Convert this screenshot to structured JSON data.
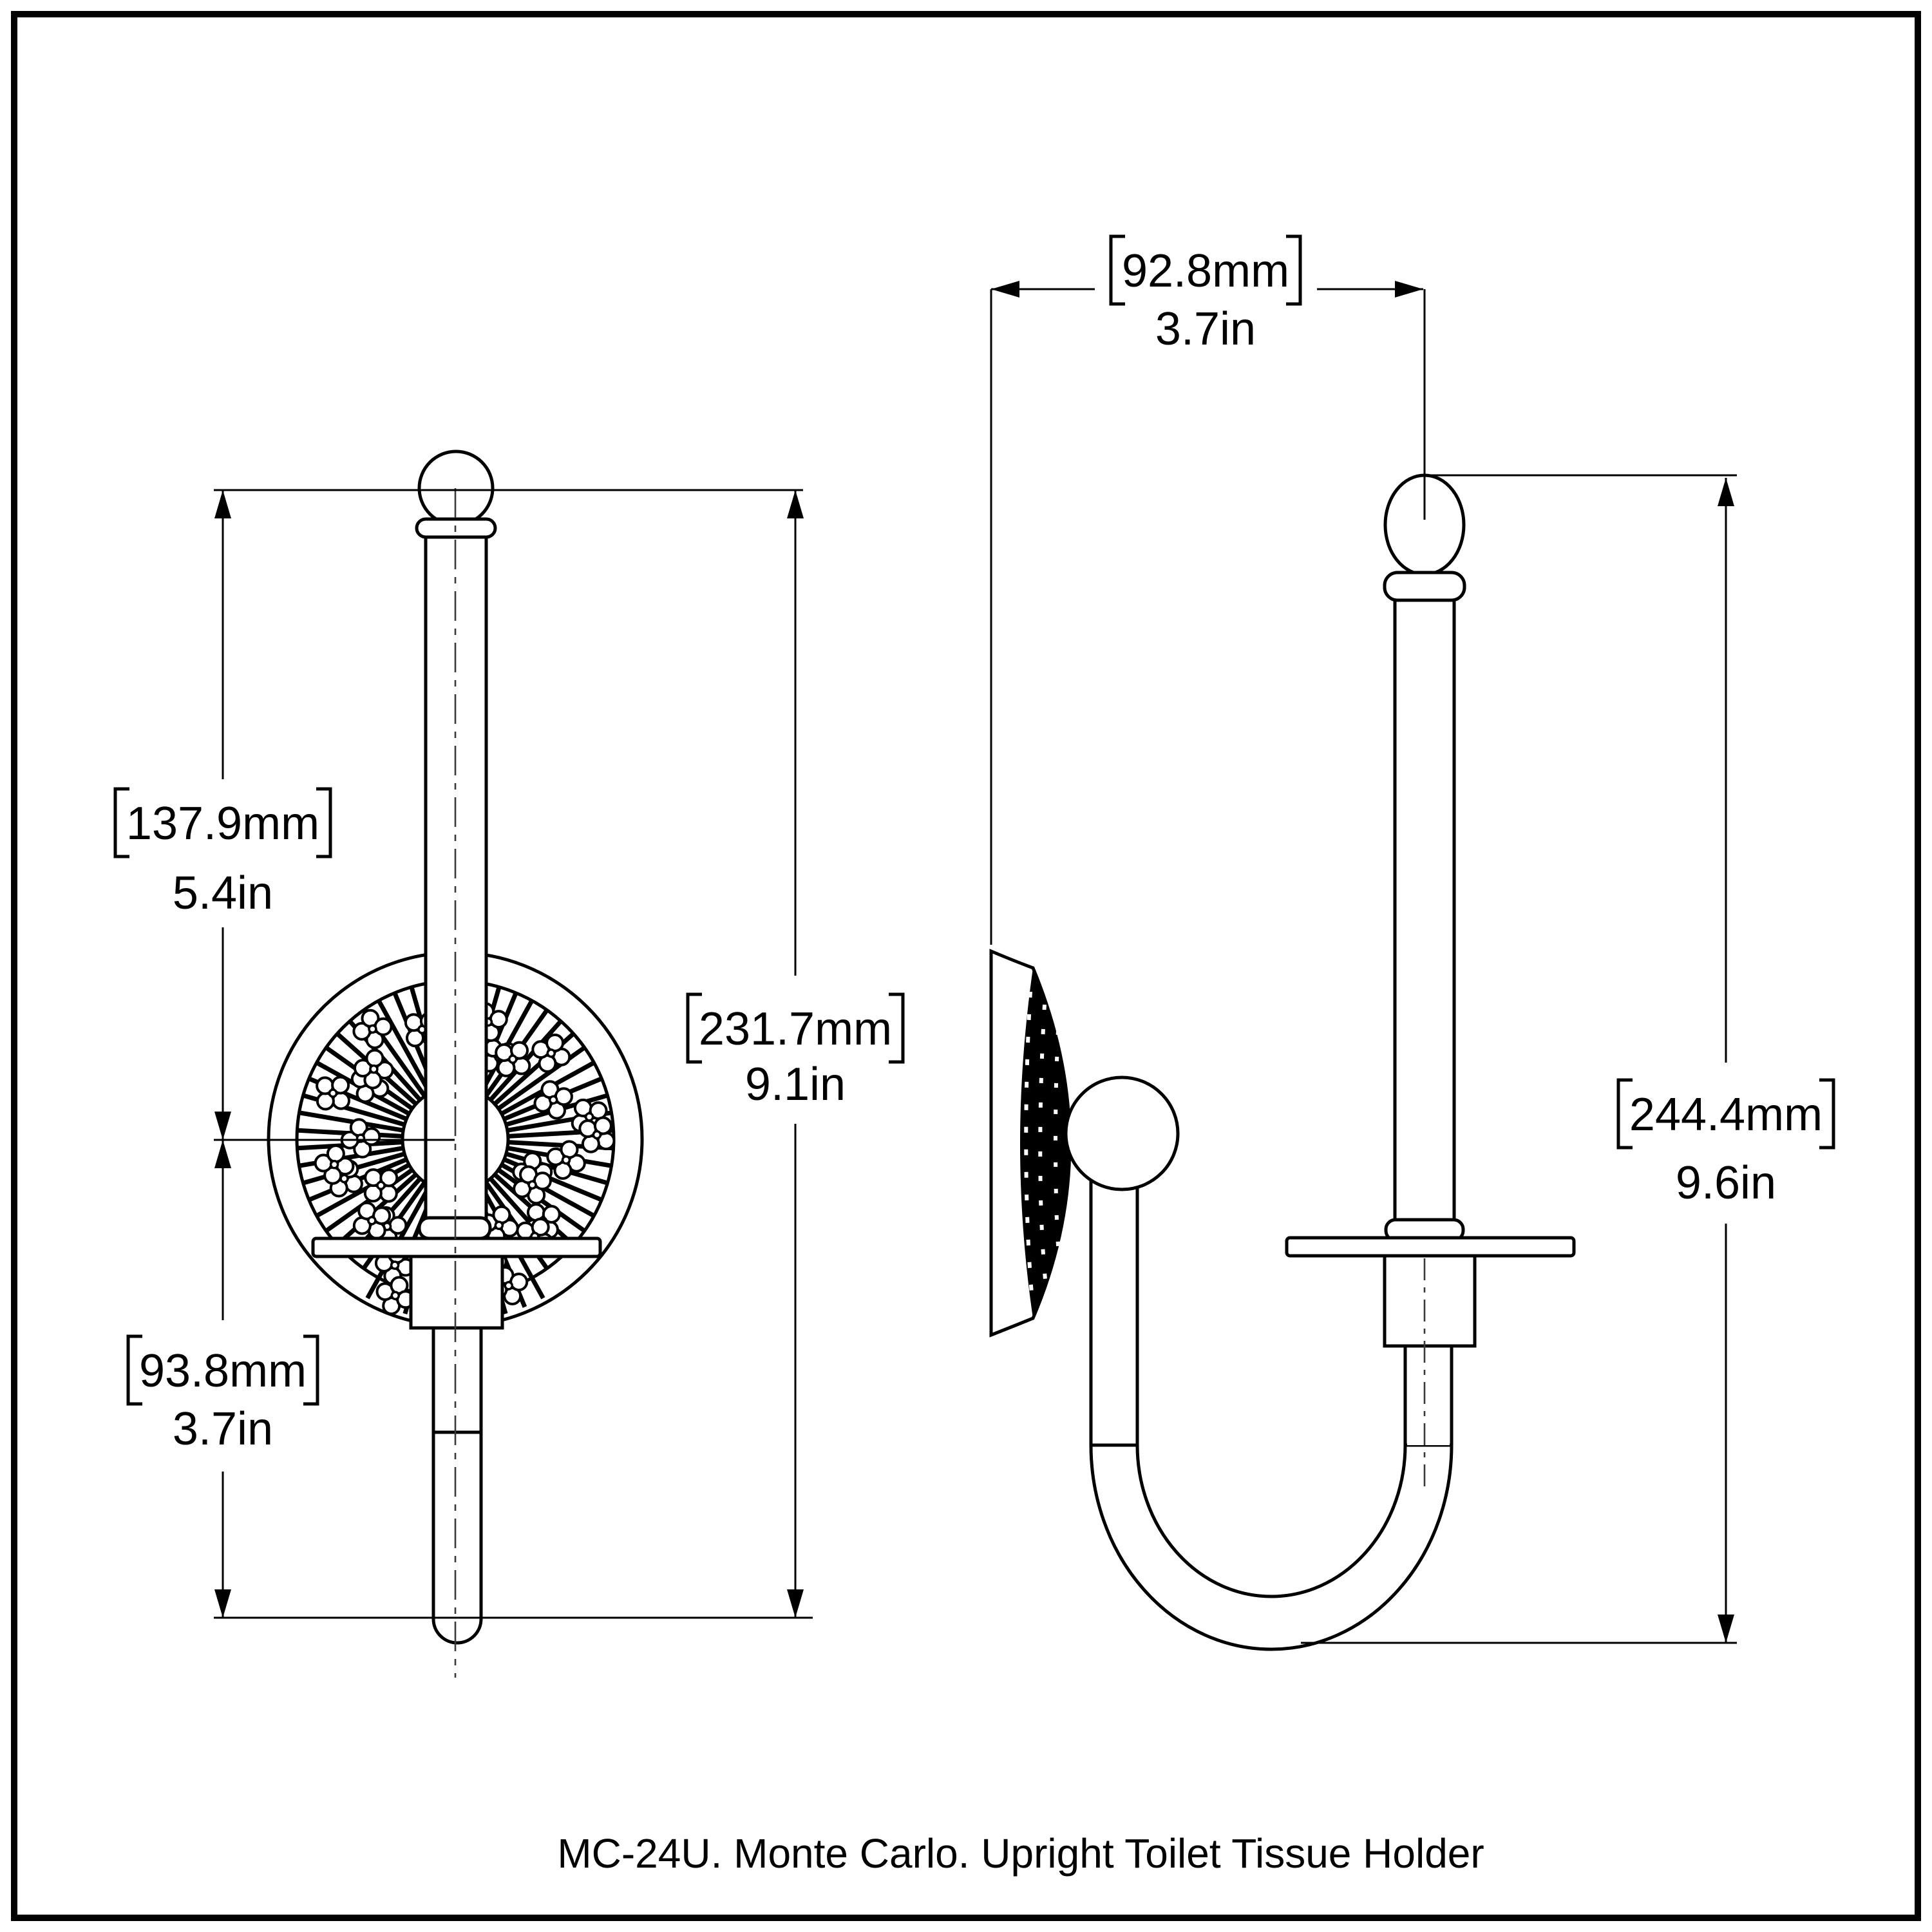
{
  "colors": {
    "line": "#000000",
    "background": "#ffffff",
    "centerline": "#3a3a3a"
  },
  "caption": "MC-24U. Monte Carlo. Upright Toilet Tissue Holder",
  "front_view": {
    "dim_top_to_center": {
      "mm": "137.9mm",
      "in": "5.4in"
    },
    "dim_center_to_bottom": {
      "mm": "93.8mm",
      "in": "3.7in"
    },
    "dim_overall_height": {
      "mm": "231.7mm",
      "in": "9.1in"
    }
  },
  "side_view": {
    "dim_wall_projection": {
      "mm": "92.8mm",
      "in": "3.7in"
    },
    "dim_overall_height": {
      "mm": "244.4mm",
      "in": "9.6in"
    }
  },
  "rosette": {
    "spoke_count": 56,
    "spoke_inner_radius": 84,
    "spoke_outer_radius": 244,
    "bottom_sector_outer_radius": 282,
    "flower_count": 30,
    "flower_min_radius": 130,
    "flower_max_radius": 222
  }
}
